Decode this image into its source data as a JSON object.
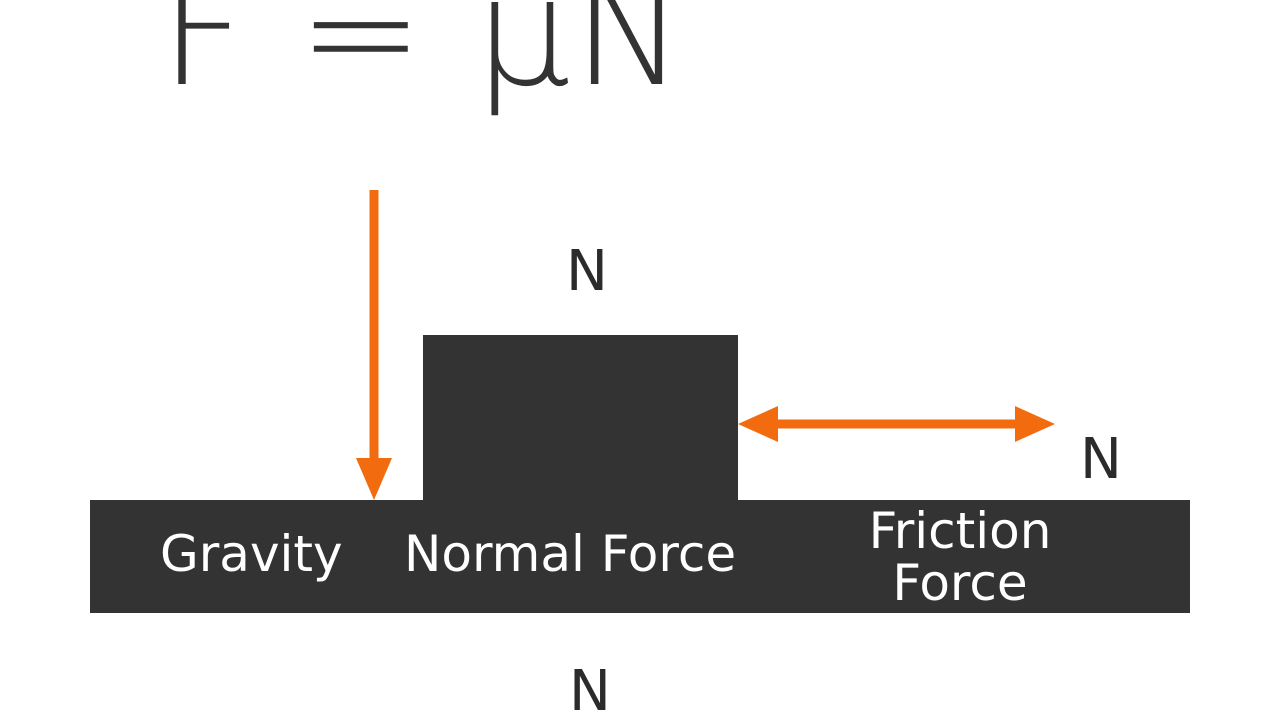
{
  "formula": "F = µN",
  "labels": {
    "n_top": "N",
    "n_right": "N",
    "n_bottom": "N"
  },
  "ground_labels": {
    "gravity": "Gravity",
    "normal": "Normal Force",
    "friction": "Friction Force"
  },
  "colors": {
    "arrow": "#f26b0f",
    "dark": "#333333",
    "background": "#ffffff"
  }
}
